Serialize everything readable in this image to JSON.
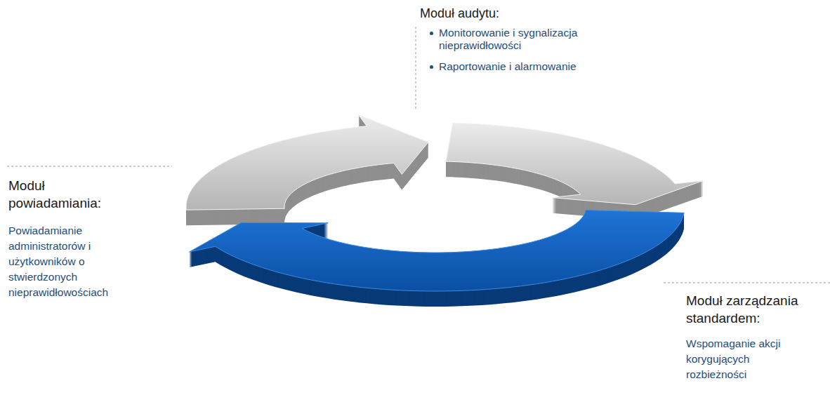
{
  "diagram": {
    "labels": [
      "Moduł audytu:",
      "Monitorowanie i sygnalizacja nieprawidłowości",
      "Raportowanie i alarmowanie",
      "Moduł powiadamiania:",
      "Powiadamianie administratorów i użytkowników o stwierdzonych nieprawidłowościach",
      "Moduł zarządzania standardem:",
      "Wspomaganie akcji korygujących rozbieżności"
    ]
  }
}
